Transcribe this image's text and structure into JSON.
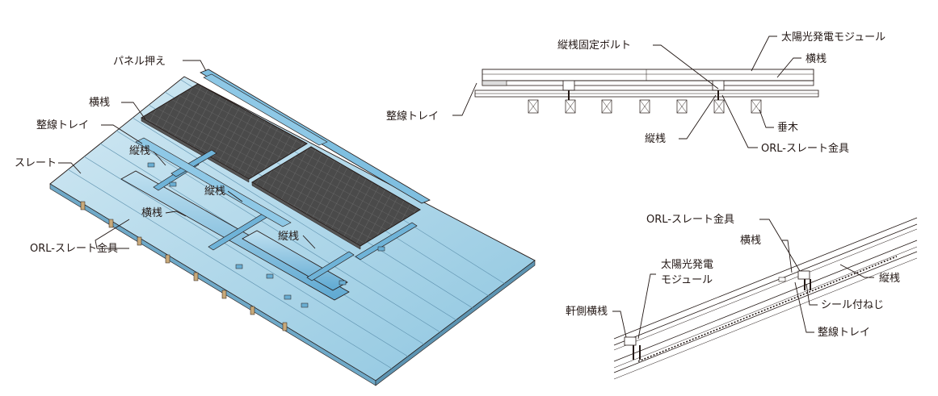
{
  "isometric": {
    "labels": {
      "panel_clamp": "パネル押え",
      "cross_rail_top": "横桟",
      "wiring_tray": "整線トレイ",
      "slate": "スレート",
      "vertical_rail_1": "縦桟",
      "vertical_rail_2": "縦桟",
      "cross_rail_mid": "横桟",
      "vertical_rail_3": "縦桟",
      "orl_bracket": "ORL-スレート金具"
    }
  },
  "front_section": {
    "labels": {
      "bolt": "縦桟固定ボルト",
      "pv_module": "太陽光発電モジュール",
      "cross_rail": "横桟",
      "wiring_tray": "整線トレイ",
      "rafter": "垂木",
      "vertical_rail": "縦桟",
      "orl_bracket": "ORL-スレート金具"
    }
  },
  "side_section": {
    "labels": {
      "orl_bracket": "ORL-スレート金具",
      "cross_rail": "横桟",
      "pv_module_line1": "太陽光発電",
      "pv_module_line2": "モジュール",
      "vertical_rail": "縦桟",
      "eave_cross_rail": "軒側横桟",
      "seal_screw": "シール付ねじ",
      "wiring_tray": "整線トレイ"
    }
  },
  "colors": {
    "roof_fill": "#a9d3e7",
    "rail_fill": "#7fbfe0",
    "panel_dark": "#3a3a3a",
    "line": "#231815"
  }
}
